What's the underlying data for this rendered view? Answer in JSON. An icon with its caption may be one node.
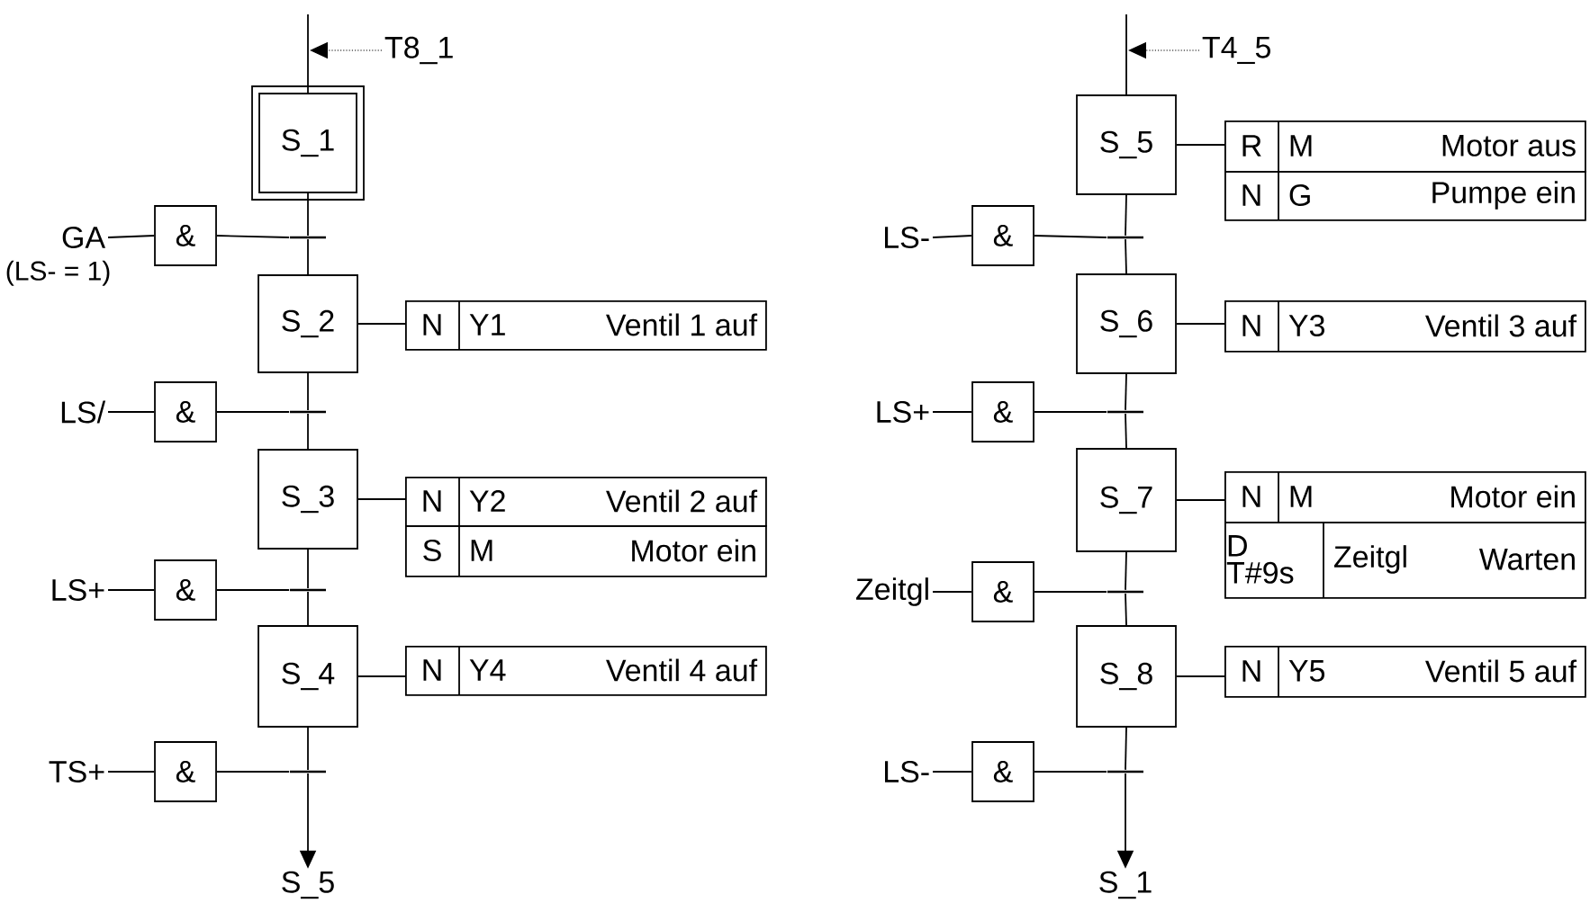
{
  "diagram": {
    "nodes": [
      {
        "text": [
          "T8_1"
        ]
      },
      {
        "text": [
          "S_1"
        ]
      },
      {
        "text": [
          "GA"
        ],
        "beside": [
          "(LS- = 1)"
        ]
      },
      {
        "text": [
          "&"
        ]
      },
      {
        "text": [],
        "shape": "bar"
      },
      {
        "text": [
          "S_2"
        ]
      },
      {
        "text": [
          "N",
          "Y1",
          "Ventil 1 auf"
        ]
      },
      {
        "text": [
          "LS/"
        ]
      },
      {
        "text": [
          "&"
        ]
      },
      {
        "text": [],
        "shape": "bar"
      },
      {
        "text": [
          "S_3"
        ]
      },
      {
        "text": [
          "N",
          "Y2",
          "Ventil 2 auf"
        ]
      },
      {
        "text": [
          "S",
          "M",
          "Motor ein"
        ]
      },
      {
        "text": [
          "LS+"
        ]
      },
      {
        "text": [
          "&"
        ]
      },
      {
        "text": [],
        "shape": "bar"
      },
      {
        "text": [
          "S_4"
        ]
      },
      {
        "text": [
          "N",
          "Y4",
          "Ventil 4 auf"
        ]
      },
      {
        "text": [
          "TS+"
        ]
      },
      {
        "text": [
          "&"
        ]
      },
      {
        "text": [],
        "shape": "bar"
      },
      {
        "text": [
          "S_5"
        ]
      },
      {
        "text": [
          "T4_5"
        ]
      },
      {
        "text": [
          "S_5"
        ]
      },
      {
        "text": [
          "R",
          "M",
          "Motor aus"
        ]
      },
      {
        "text": [
          "N",
          "G",
          "Pumpe ein"
        ]
      },
      {
        "text": [
          "LS-"
        ]
      },
      {
        "text": [
          "&"
        ]
      },
      {
        "text": [],
        "shape": "bar"
      },
      {
        "text": [
          "S_6"
        ]
      },
      {
        "text": [
          "N",
          "Y3",
          "Ventil 3 auf"
        ]
      },
      {
        "text": [
          "LS+"
        ]
      },
      {
        "text": [
          "&"
        ]
      },
      {
        "text": [],
        "shape": "bar"
      },
      {
        "text": [
          "S_7"
        ]
      },
      {
        "text": [
          "N",
          "M",
          "Motor ein"
        ]
      },
      {
        "text": [
          "D T#9s",
          "Zeitgl",
          "Warten"
        ]
      },
      {
        "text": [
          "Zeitgl"
        ]
      },
      {
        "text": [
          "&"
        ]
      },
      {
        "text": [],
        "shape": "bar"
      },
      {
        "text": [
          "S_8"
        ]
      },
      {
        "text": [
          "N",
          "Y5",
          "Ventil 5 auf"
        ]
      },
      {
        "text": [
          "LS-"
        ]
      },
      {
        "text": [
          "&"
        ]
      },
      {
        "text": [],
        "shape": "bar"
      },
      {
        "text": [
          "S_1"
        ]
      }
    ],
    "edges": [
      {
        "from": null,
        "to": 1,
        "arrow": "none"
      },
      {
        "from": 0,
        "to": null,
        "arrow": "to",
        "style": "dashed"
      },
      {
        "from": 1,
        "to": 4,
        "arrow": "none"
      },
      {
        "from": 4,
        "to": 5,
        "arrow": "none"
      },
      {
        "from": 2,
        "to": 3,
        "arrow": "none"
      },
      {
        "from": 3,
        "to": 4,
        "arrow": "none"
      },
      {
        "from": 5,
        "to": 6,
        "arrow": "none"
      },
      {
        "from": 5,
        "to": 9,
        "arrow": "none"
      },
      {
        "from": 9,
        "to": 10,
        "arrow": "none"
      },
      {
        "from": 7,
        "to": 8,
        "arrow": "none"
      },
      {
        "from": 8,
        "to": 9,
        "arrow": "none"
      },
      {
        "from": 10,
        "to": 11,
        "arrow": "none"
      },
      {
        "from": 10,
        "to": 15,
        "arrow": "none"
      },
      {
        "from": 15,
        "to": 16,
        "arrow": "none"
      },
      {
        "from": 13,
        "to": 14,
        "arrow": "none"
      },
      {
        "from": 14,
        "to": 15,
        "arrow": "none"
      },
      {
        "from": 16,
        "to": 17,
        "arrow": "none"
      },
      {
        "from": 16,
        "to": 20,
        "arrow": "none"
      },
      {
        "from": 20,
        "to": 21,
        "arrow": "to"
      },
      {
        "from": 18,
        "to": 19,
        "arrow": "none"
      },
      {
        "from": 19,
        "to": 20,
        "arrow": "none"
      },
      {
        "from": null,
        "to": 23,
        "arrow": "none"
      },
      {
        "from": 22,
        "to": null,
        "arrow": "to",
        "style": "dashed"
      },
      {
        "from": 23,
        "to": 24,
        "arrow": "none"
      },
      {
        "from": 23,
        "to": 28,
        "arrow": "none"
      },
      {
        "from": 28,
        "to": 29,
        "arrow": "none"
      },
      {
        "from": 26,
        "to": 27,
        "arrow": "none"
      },
      {
        "from": 27,
        "to": 28,
        "arrow": "none"
      },
      {
        "from": 29,
        "to": 30,
        "arrow": "none"
      },
      {
        "from": 29,
        "to": 33,
        "arrow": "none"
      },
      {
        "from": 33,
        "to": 34,
        "arrow": "none"
      },
      {
        "from": 31,
        "to": 32,
        "arrow": "none"
      },
      {
        "from": 32,
        "to": 33,
        "arrow": "none"
      },
      {
        "from": 34,
        "to": 35,
        "arrow": "none"
      },
      {
        "from": 34,
        "to": 39,
        "arrow": "none"
      },
      {
        "from": 39,
        "to": 40,
        "arrow": "none"
      },
      {
        "from": 37,
        "to": 38,
        "arrow": "none"
      },
      {
        "from": 38,
        "to": 39,
        "arrow": "none"
      },
      {
        "from": 40,
        "to": 41,
        "arrow": "none"
      },
      {
        "from": 40,
        "to": 44,
        "arrow": "none"
      },
      {
        "from": 44,
        "to": 45,
        "arrow": "to"
      },
      {
        "from": 42,
        "to": 43,
        "arrow": "none"
      },
      {
        "from": 43,
        "to": 44,
        "arrow": "none"
      }
    ]
  }
}
